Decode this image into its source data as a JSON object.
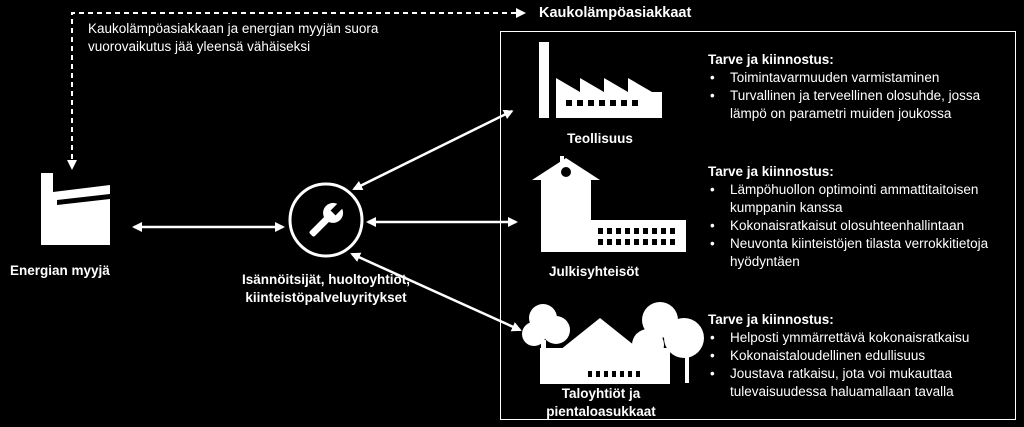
{
  "top_note": {
    "target_label": "Kaukolämpöasiakkaat",
    "line1": "Kaukolämpöasiakkaan ja energian myyjän suora",
    "line2": "vuorovaikutus jää yleensä vähäiseksi"
  },
  "seller": {
    "label": "Energian myyjä",
    "icon": "factory-small-icon"
  },
  "middle": {
    "icon": "wrench-icon",
    "line1": "Isännöitsijät, huoltoyhtiöt,",
    "line2": "kiinteistöpalveluyritykset"
  },
  "customers": [
    {
      "name": "Teollisuus",
      "icon": "factory-icon",
      "heading": "Tarve ja kiinnostus:",
      "needs": [
        [
          "Toimintavarmuuden varmistaminen"
        ],
        [
          "Turvallinen ja terveellinen olosuhde, jossa",
          "lämpö on parametri muiden joukossa"
        ]
      ]
    },
    {
      "name": "Julkisyhteisöt",
      "icon": "public-building-icon",
      "heading": "Tarve ja kiinnostus:",
      "needs": [
        [
          "Lämpöhuollon optimointi ammattitaitoisen",
          "kumppanin kanssa"
        ],
        [
          "Kokonaisratkaisut olosuhteenhallintaan"
        ],
        [
          "Neuvonta kiinteistöjen tilasta verrokkitietoja",
          "hyödyntäen"
        ]
      ]
    },
    {
      "name_line1": "Taloyhtiöt ja",
      "name_line2": "pientaloasukkaat",
      "icon": "houses-trees-icon",
      "heading": "Tarve ja kiinnostus:",
      "needs": [
        [
          "Helposti ymmärrettävä kokonaisratkaisu"
        ],
        [
          "Kokonaistaloudellinen edullisuus"
        ],
        [
          "Joustava ratkaisu, jota voi mukauttaa",
          "tulevaisuudessa haluamallaan tavalla"
        ]
      ]
    }
  ]
}
